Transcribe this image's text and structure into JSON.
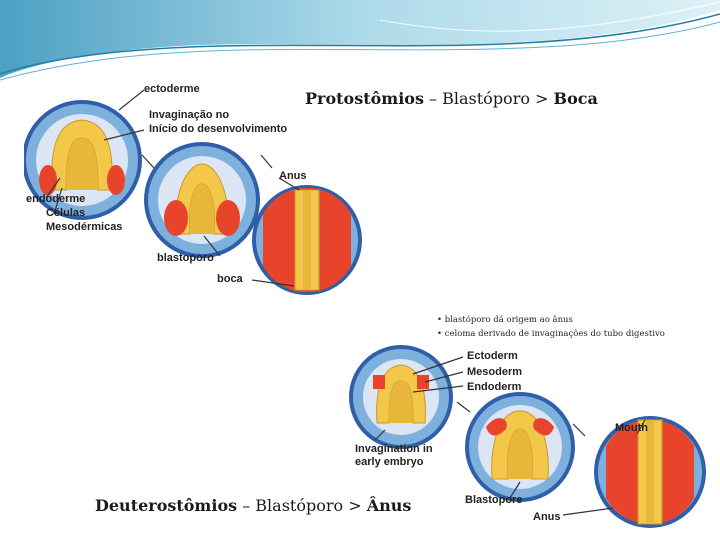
{
  "colors": {
    "ectoderm": "#6fa6d8",
    "ectoderm_dark": "#2f5fa8",
    "endoderm": "#f3c84a",
    "mesoderm": "#e8442c",
    "cavity": "#d9e3f2",
    "wave_teal": "#3aa6c8"
  },
  "protostome_title": {
    "bold1": "Protostômios",
    "rest": " – Blastóporo > ",
    "bold2": "Boca"
  },
  "deuterostome_title": {
    "bold1": "Deuterostômios",
    "rest": " – Blastóporo > ",
    "bold2": "Ânus"
  },
  "proto_panel": {
    "labels": {
      "ectoderm": "ectoderme",
      "invag1": "Invaginação no",
      "invag2": "Início do desenvolvimento",
      "endoderm": "endoderme",
      "cells": "Células",
      "meso": "Mesodérmicas",
      "anus": "Anus",
      "blastopore": "blastoporo",
      "mouth": "boca"
    }
  },
  "deutero_panel": {
    "notes": [
      "• blastóporo dá origem ao ânus",
      "• celoma derivado de invaginações do tubo digestivo"
    ],
    "labels": {
      "ectoderm": "Ectoderm",
      "mesoderm": "Mesoderm",
      "endoderm": "Endoderm",
      "invag1": "Invagination in",
      "invag2": "early embryo",
      "mouth": "Mouth",
      "blastopore": "Blastopore",
      "anus": "Anus"
    }
  }
}
